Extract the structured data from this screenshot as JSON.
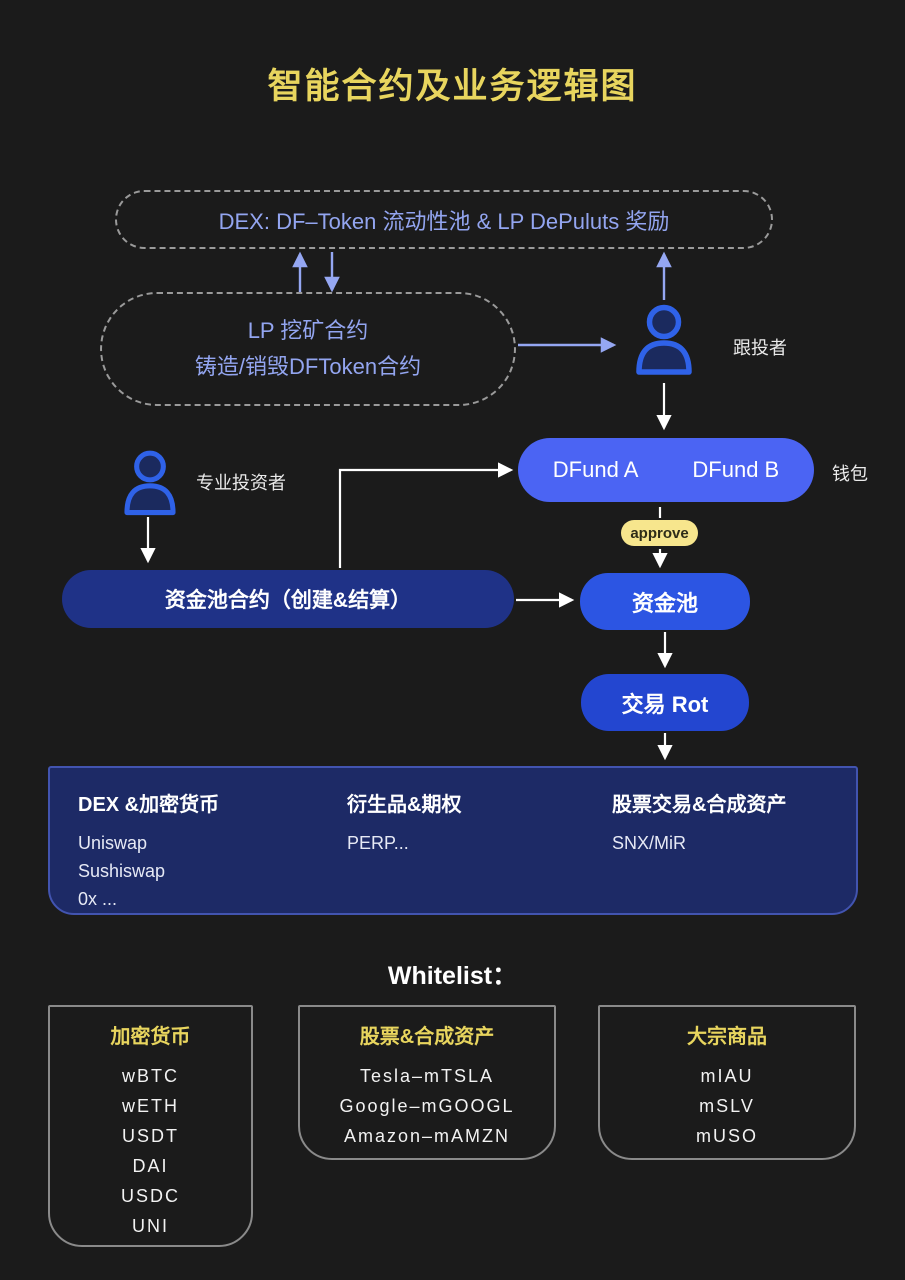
{
  "title": "智能合约及业务逻辑图",
  "diagram": {
    "dex_box_label": "DEX: DF–Token 流动性池 & LP DePuluts 奖励",
    "lp_box_line1": "LP 挖矿合约",
    "lp_box_line2": "铸造/销毁DFToken合约",
    "follower_label": "跟投者",
    "pro_investor_label": "专业投资者",
    "dfund_a": "DFund A",
    "dfund_b": "DFund B",
    "wallet_label": "钱包",
    "approve_label": "approve",
    "pool_contract_label": "资金池合约（创建&结算）",
    "pool_label": "资金池",
    "trade_label": "交易 Rot",
    "icons": {
      "follower": "person-icon",
      "pro_investor": "person-icon"
    }
  },
  "venues": {
    "columns": [
      {
        "header": "DEX &加密货币",
        "items": [
          "Uniswap",
          "Sushiswap",
          "0x ..."
        ]
      },
      {
        "header": "衍生品&期权",
        "items": [
          "PERP..."
        ]
      },
      {
        "header": "股票交易&合成资产",
        "items": [
          "SNX/MiR"
        ]
      }
    ]
  },
  "whitelist": {
    "title": "Whitelist：",
    "groups": [
      {
        "title": "加密货币",
        "items": [
          "wBTC",
          "wETH",
          "USDT",
          "DAI",
          "USDC",
          "UNI"
        ]
      },
      {
        "title": "股票&合成资产",
        "items": [
          "Tesla–mTSLA",
          "Google–mGOOGL",
          "Amazon–mAMZN"
        ]
      },
      {
        "title": "大宗商品",
        "items": [
          "mIAU",
          "mSLV",
          "mUSO"
        ]
      }
    ]
  },
  "colors": {
    "background": "#1b1b1b",
    "title_gold": "#e8d55e",
    "periwinkle_text": "#93a5f0",
    "dfund_blue": "#4b64f3",
    "approve_yellow": "#f7e68d",
    "pool_contract_navy": "#1f3287",
    "pool_blue": "#2c55e3",
    "trade_blue": "#2346d0",
    "venues_box_navy": "#1d2a66",
    "venues_border_blue": "#4254b0",
    "person_stroke_blue": "#2f62e8",
    "person_fill_navy": "#1b2a5e",
    "dashed_border_gray": "#9a9a9a",
    "arrow_white": "#ffffff"
  }
}
